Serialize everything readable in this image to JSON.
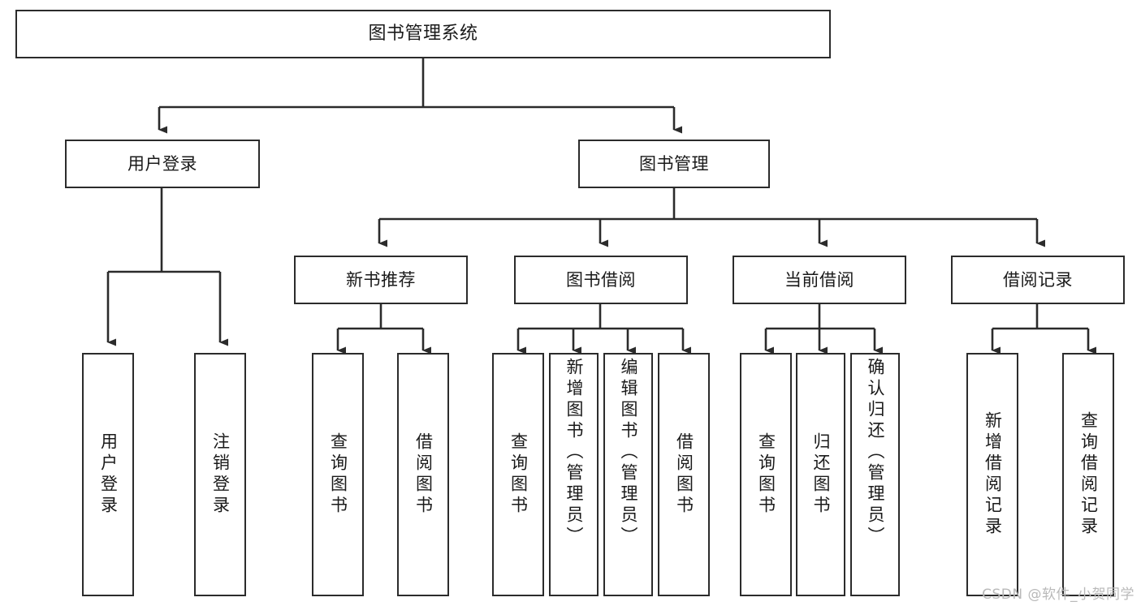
{
  "diagram": {
    "title": "图书管理系统",
    "type": "tree-hierarchy",
    "watermark": "CSDN @软件_小贺同学",
    "colors": {
      "stroke": "#2b2b2b",
      "fill": "#ffffff",
      "text": "#1a1a1a",
      "watermark": "#b9b9b9"
    },
    "levels": {
      "root": "图书管理系统",
      "level1": [
        "用户登录",
        "图书管理"
      ],
      "level2": [
        "新书推荐",
        "图书借阅",
        "当前借阅",
        "借阅记录"
      ]
    }
  },
  "nodes": {
    "root": {
      "label": "图书管理系统"
    },
    "user_login": {
      "label": "用户登录"
    },
    "book_manage": {
      "label": "图书管理"
    },
    "new_book_rec": {
      "label": "新书推荐"
    },
    "book_borrow": {
      "label": "图书借阅"
    },
    "current_borrow": {
      "label": "当前借阅"
    },
    "borrow_record": {
      "label": "借阅记录"
    },
    "leaf_user_login": {
      "label": "用户登录"
    },
    "leaf_logout": {
      "label": "注销登录"
    },
    "leaf_query_book_a": {
      "label": "查询图书"
    },
    "leaf_borrow_book_a": {
      "label": "借阅图书"
    },
    "leaf_query_book_b": {
      "label": "查询图书"
    },
    "leaf_add_book_admin": {
      "label": "新增图书（管理员）"
    },
    "leaf_edit_book_admin": {
      "label": "编辑图书（管理员）"
    },
    "leaf_borrow_book_b": {
      "label": "借阅图书"
    },
    "leaf_query_book_c": {
      "label": "查询图书"
    },
    "leaf_return_book": {
      "label": "归还图书"
    },
    "leaf_confirm_return_admin": {
      "label": "确认归还（管理员）"
    },
    "leaf_add_borrow_record": {
      "label": "新增借阅记录"
    },
    "leaf_query_borrow_record": {
      "label": "查询借阅记录"
    }
  },
  "edges": [
    {
      "from": "root",
      "to": "user_login"
    },
    {
      "from": "root",
      "to": "book_manage"
    },
    {
      "from": "user_login",
      "to": "leaf_user_login"
    },
    {
      "from": "user_login",
      "to": "leaf_logout"
    },
    {
      "from": "book_manage",
      "to": "new_book_rec"
    },
    {
      "from": "book_manage",
      "to": "book_borrow"
    },
    {
      "from": "book_manage",
      "to": "current_borrow"
    },
    {
      "from": "book_manage",
      "to": "borrow_record"
    },
    {
      "from": "new_book_rec",
      "to": "leaf_query_book_a"
    },
    {
      "from": "new_book_rec",
      "to": "leaf_borrow_book_a"
    },
    {
      "from": "book_borrow",
      "to": "leaf_query_book_b"
    },
    {
      "from": "book_borrow",
      "to": "leaf_add_book_admin"
    },
    {
      "from": "book_borrow",
      "to": "leaf_edit_book_admin"
    },
    {
      "from": "book_borrow",
      "to": "leaf_borrow_book_b"
    },
    {
      "from": "current_borrow",
      "to": "leaf_query_book_c"
    },
    {
      "from": "current_borrow",
      "to": "leaf_return_book"
    },
    {
      "from": "current_borrow",
      "to": "leaf_confirm_return_admin"
    },
    {
      "from": "borrow_record",
      "to": "leaf_add_borrow_record"
    },
    {
      "from": "borrow_record",
      "to": "leaf_query_borrow_record"
    }
  ]
}
